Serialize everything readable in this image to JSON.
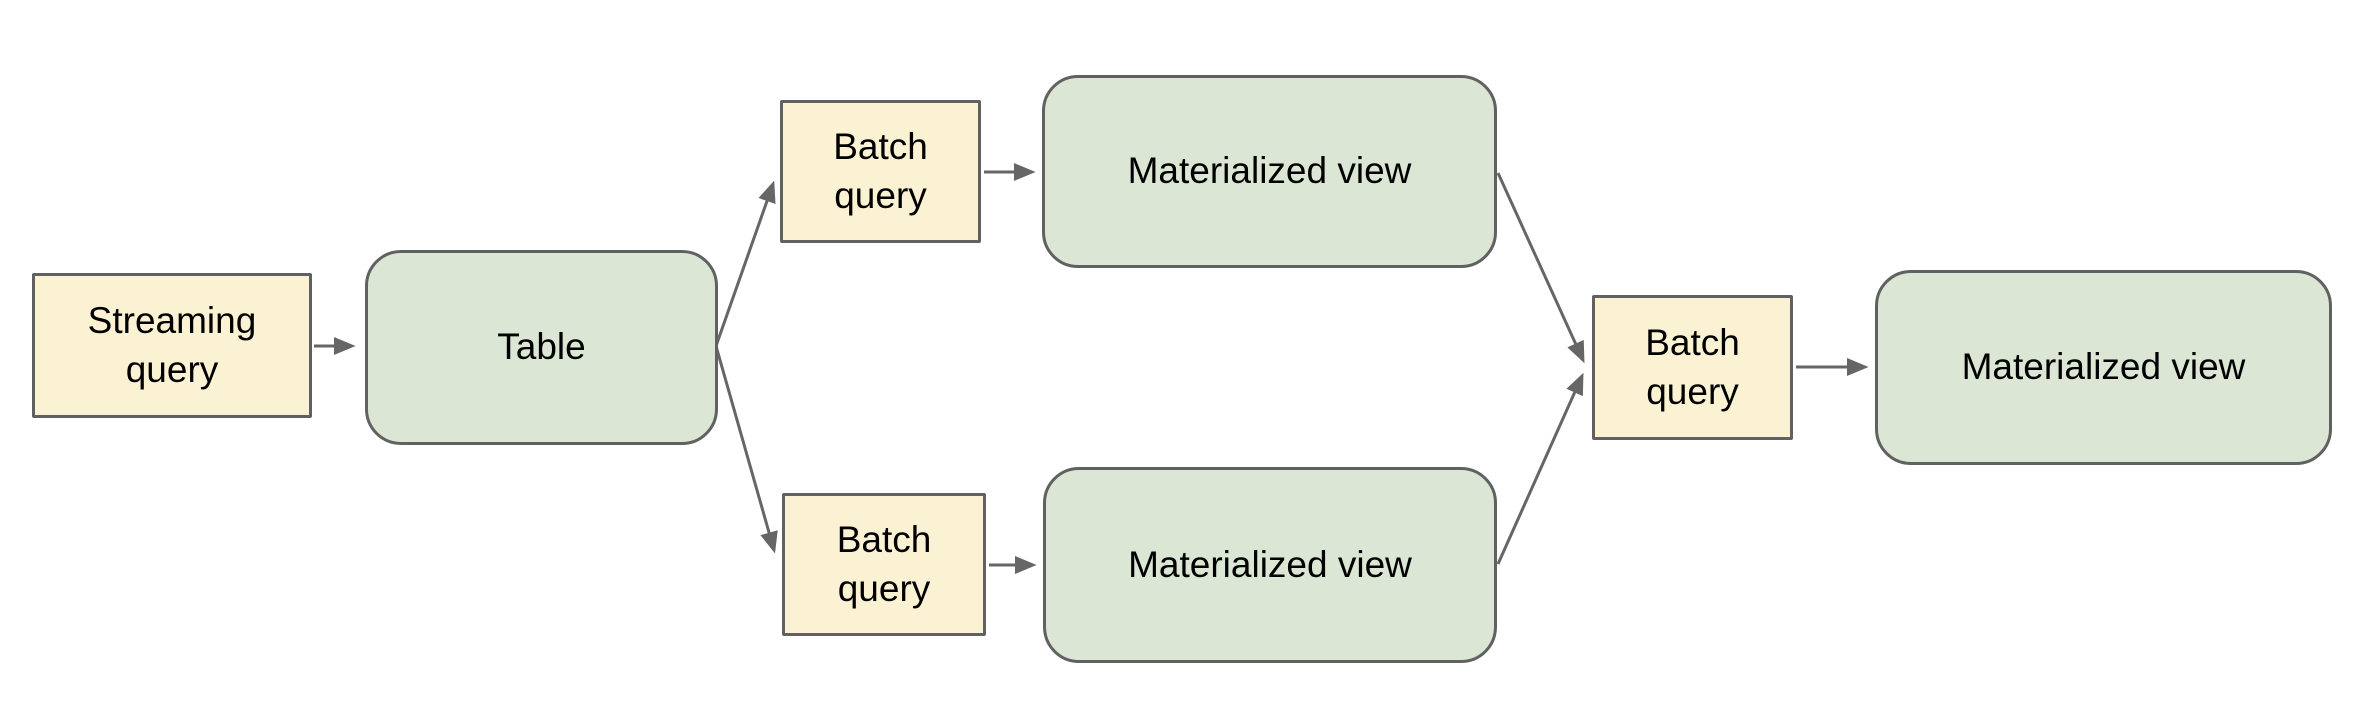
{
  "diagram": {
    "nodes": [
      {
        "id": "streaming-query",
        "label": "Streaming query",
        "type": "query"
      },
      {
        "id": "table",
        "label": "Table",
        "type": "table"
      },
      {
        "id": "batch-query-top",
        "label": "Batch query",
        "type": "query"
      },
      {
        "id": "materialized-view-top",
        "label": "Materialized view",
        "type": "view"
      },
      {
        "id": "batch-query-bottom",
        "label": "Batch query",
        "type": "query"
      },
      {
        "id": "materialized-view-bottom",
        "label": "Materialized view",
        "type": "view"
      },
      {
        "id": "batch-query-right",
        "label": "Batch query",
        "type": "query"
      },
      {
        "id": "materialized-view-final",
        "label": "Materialized view",
        "type": "view"
      }
    ],
    "edges": [
      {
        "from": "streaming-query",
        "to": "table"
      },
      {
        "from": "table",
        "to": "batch-query-top"
      },
      {
        "from": "table",
        "to": "batch-query-bottom"
      },
      {
        "from": "batch-query-top",
        "to": "materialized-view-top"
      },
      {
        "from": "batch-query-bottom",
        "to": "materialized-view-bottom"
      },
      {
        "from": "materialized-view-top",
        "to": "batch-query-right"
      },
      {
        "from": "materialized-view-bottom",
        "to": "batch-query-right"
      },
      {
        "from": "batch-query-right",
        "to": "materialized-view-final"
      }
    ],
    "colors": {
      "background": "#ffffff",
      "query_fill": "#fbf2d3",
      "view_fill": "#dce6d4",
      "node_border": "#616161",
      "arrow": "#666666",
      "text": "#000000"
    }
  }
}
